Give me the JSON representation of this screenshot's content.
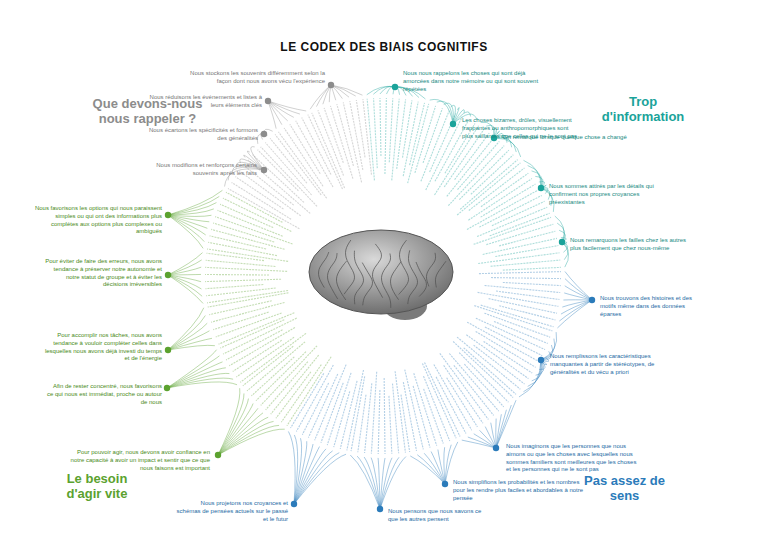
{
  "diagram": {
    "title": "LE CODEX DES BIAIS COGNITIFS",
    "labels": [
      "Que devons-nous nous rappeler ?",
      "Nous stockons les souvenirs différemment selon la façon dont nous avons vécu l'expérience",
      "Nous réduisons les événements et listes à leurs éléments clés",
      "Nous écartons les spécificités et formons des généralités",
      "Nous modifions et renforçons certains souvenirs après les faits",
      "Trop d'information",
      "Nous nous rappelons les choses qui sont déjà amorcées dans notre mémoire ou qui sont souvent répétées",
      "Les choses bizarres, drôles, visuellement frappantes ou anthropomorphiques sont plus saillantes que celles qui ne le sont pas",
      "On remarque lorsque quelque chose a changé",
      "Nous sommes attirés par les détails qui confirment nos propres croyances préexistantes",
      "Nous remarquons les failles chez les autres plus facilement que chez nous-même",
      "Pas assez de sens",
      "Nous trouvons des histoires et des motifs même dans des données éparses",
      "Nous remplissons les caractéristiques manquantes à partir de stéréotypes, de généralités et du vécu a priori",
      "Nous imaginons que les personnes que nous aimons ou que les choses avec lesquelles nous sommes familiers sont meilleures que les choses et les personnes qui ne le sont pas",
      "Nous simplifions les probabilités et les nombres pour les rendre plus faciles et abordables à notre pensée",
      "Nous pensons que nous savons ce que les autres pensent",
      "Nous projetons nos croyances et schémas de pensées actuels sur le passé et le futur",
      "Le besoin d'agir vite",
      "Nous favorisons les options qui nous paraissent simples ou qui ont des informations plus complètes aux options plus complexes ou ambiguës",
      "Pour éviter de faire des erreurs, nous avons tendance à préserver notre autonomie et notre statut de groupe et à éviter les décisions irréversibles",
      "Pour accomplir nos tâches, nous avons tendance à vouloir compléter celles dans lesquelles nous avons déjà investi du temps et de l'énergie",
      "Afin de rester concentré, nous favorisons ce qui nous est immédiat, proche ou autour de nous",
      "Pour pouvoir agir, nous devons avoir confiance en notre capacité à avoir un impact et sentir que ce que nous faisons est important"
    ]
  }
}
